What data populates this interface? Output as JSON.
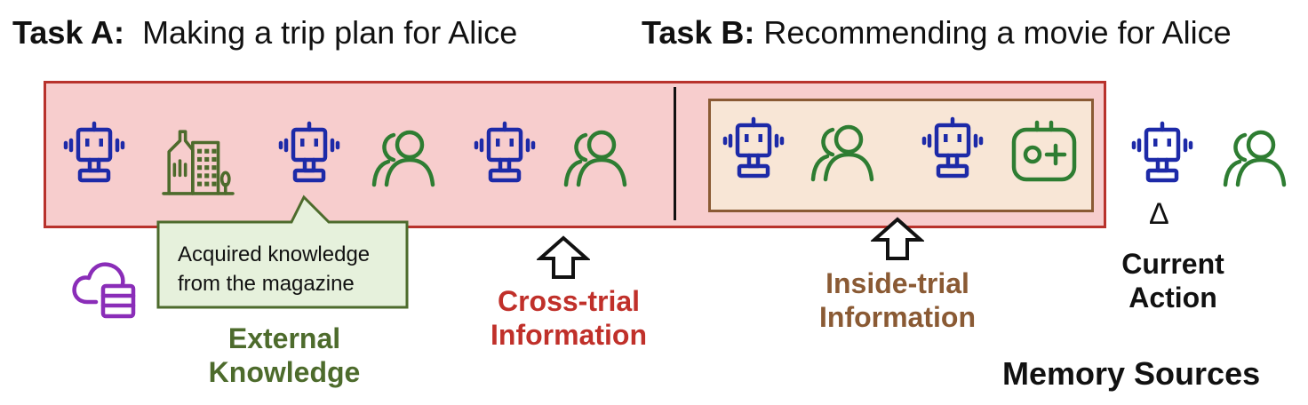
{
  "task_a": {
    "prefix": "Task A:",
    "text": "Making a trip plan for Alice"
  },
  "task_b": {
    "prefix": "Task B:",
    "text": "Recommending a movie for Alice"
  },
  "callout": {
    "line1": "Acquired knowledge",
    "line2": "from the magazine"
  },
  "labels": {
    "external": [
      "External",
      "Knowledge"
    ],
    "cross_trial": [
      "Cross-trial",
      "Information"
    ],
    "inside_trial": [
      "Inside-trial",
      "Information"
    ],
    "current_action": [
      "Current",
      "Action"
    ],
    "delta": "Δ"
  },
  "memory_sources": "Memory Sources",
  "icons": [
    "robot-icon",
    "building-icon",
    "user-icon",
    "gamepad-icon",
    "cloud-database-icon",
    "up-arrow-icon"
  ],
  "colors": {
    "robot": "#1d2aa8",
    "user": "#2e7d32",
    "building": "#4d6b2c",
    "cloud": "#8a2db8",
    "cross_fill": "#f7cdcd",
    "cross_border": "#b8322c",
    "inside_fill": "#f8e6d6",
    "inside_border": "#8a5a34",
    "callout_fill": "#e6f1dc",
    "callout_border": "#4d6b2c"
  }
}
